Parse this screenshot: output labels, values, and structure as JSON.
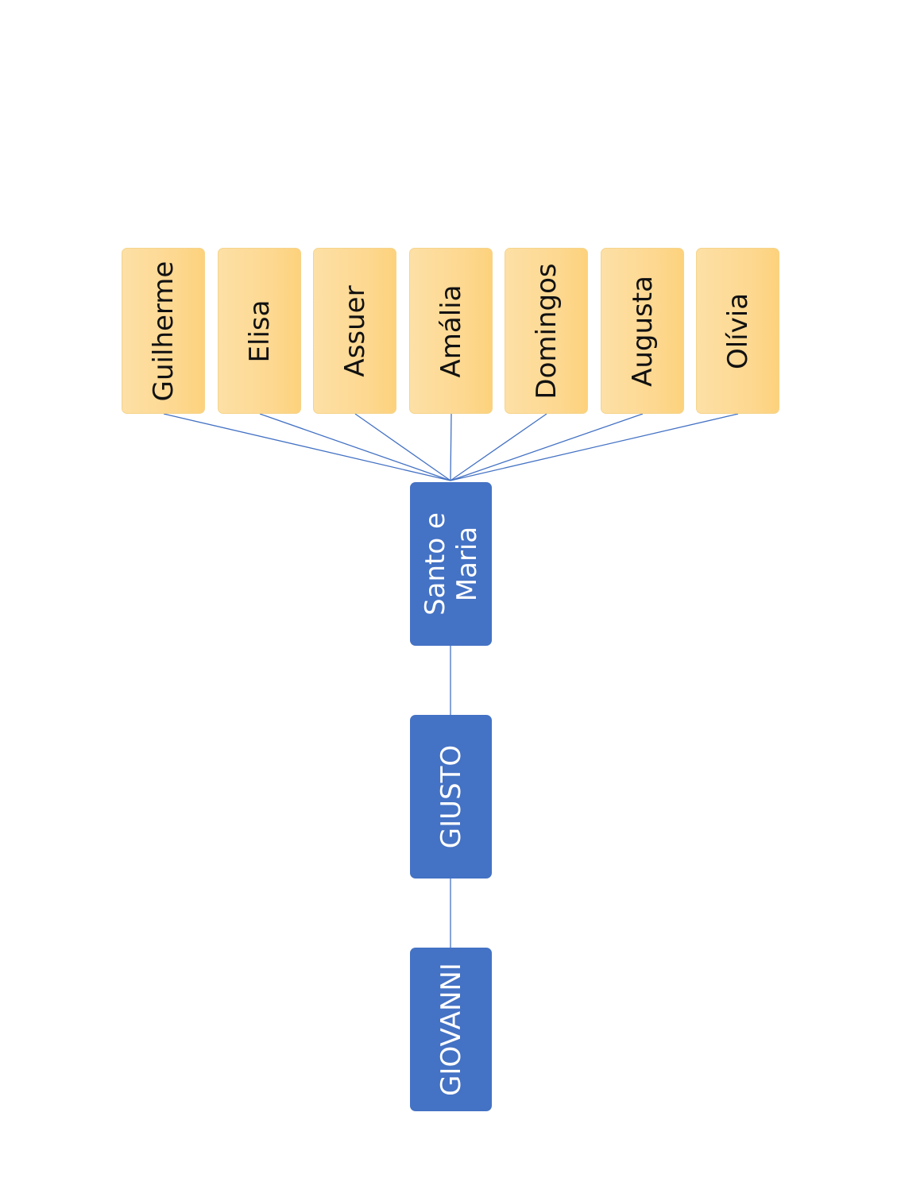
{
  "children": [
    "Guilherme",
    "Elisa",
    "Assuer",
    "Amália",
    "Domingos",
    "Augusta",
    "Olívia"
  ],
  "ancestors": {
    "parents_line1": "Santo e",
    "parents_line2": "Maria",
    "grandparent": "GIUSTO",
    "great_grandparent": "GIOVANNI"
  },
  "colors": {
    "child_fill": "#fdd78e",
    "ancestor_fill": "#4472c4",
    "connector": "#4472c4"
  }
}
